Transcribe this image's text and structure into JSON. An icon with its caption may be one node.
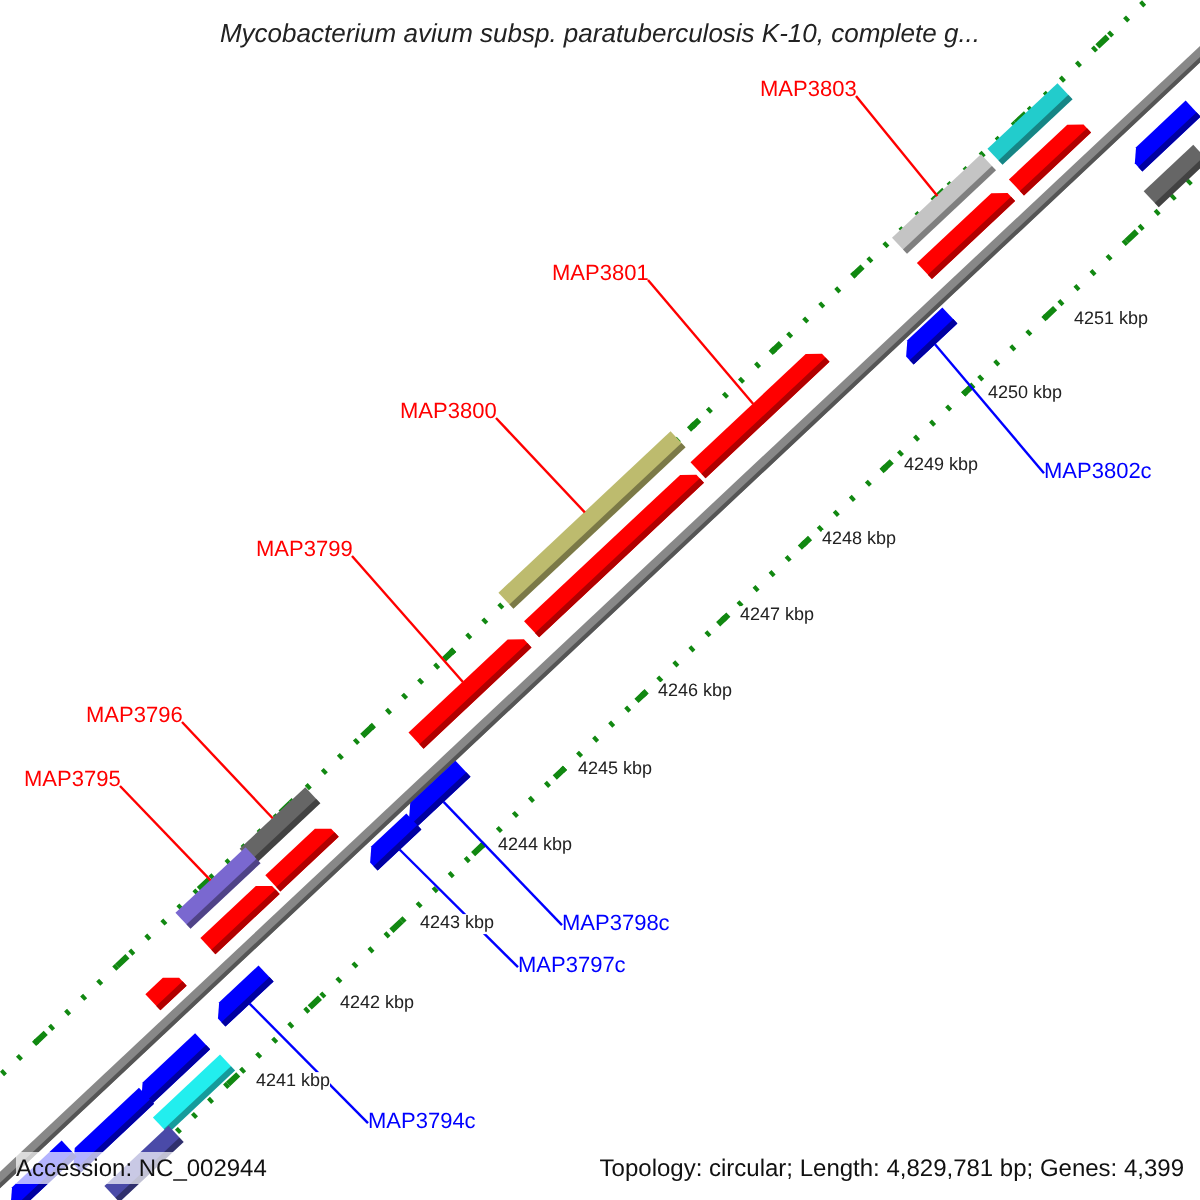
{
  "diagram": {
    "title": "Mycobacterium avium subsp. paratuberculosis K-10, complete g...",
    "nodes": [
      {
        "text": [
          "MAP3803"
        ]
      },
      {
        "text": [
          "MAP3801"
        ]
      },
      {
        "text": [
          "MAP3802c"
        ]
      },
      {
        "text": [
          "MAP3800"
        ]
      },
      {
        "text": [
          "MAP3799"
        ]
      },
      {
        "text": [
          "MAP3796"
        ]
      },
      {
        "text": [
          "MAP3795"
        ]
      },
      {
        "text": [
          "MAP3798c"
        ]
      },
      {
        "text": [
          "MAP3797c"
        ]
      },
      {
        "text": [
          "MAP3794c"
        ]
      },
      {
        "text": [],
        "shape": "bar"
      },
      {
        "text": [],
        "shape": "pentagon"
      },
      {
        "text": [],
        "shape": "bar"
      },
      {
        "text": [],
        "shape": "pentagon"
      },
      {
        "text": [],
        "shape": "pentagon"
      },
      {
        "text": [],
        "shape": "bar"
      },
      {
        "text": [],
        "shape": "pentagon"
      },
      {
        "text": [],
        "shape": "pentagon"
      },
      {
        "text": [],
        "shape": "bar"
      },
      {
        "text": [],
        "shape": "pentagon"
      },
      {
        "text": [],
        "shape": "pentagon"
      },
      {
        "text": [],
        "shape": "pentagon"
      },
      {
        "text": [],
        "shape": "pentagon"
      },
      {
        "text": [],
        "shape": "bar"
      },
      {
        "text": [],
        "shape": "pentagon"
      },
      {
        "text": [],
        "shape": "bar"
      },
      {
        "text": [],
        "shape": "pentagon"
      },
      {
        "text": [],
        "shape": "pentagon"
      },
      {
        "text": [],
        "shape": "pentagon"
      },
      {
        "text": [],
        "shape": "pentagon"
      },
      {
        "text": [],
        "shape": "bar"
      },
      {
        "text": [],
        "shape": "pentagon"
      },
      {
        "text": [],
        "shape": "bar"
      },
      {
        "text": [],
        "shape": "pentagon"
      }
    ],
    "edges": [
      {
        "from": 0,
        "to": 12,
        "arrow": "none"
      },
      {
        "from": 1,
        "to": 17,
        "arrow": "none"
      },
      {
        "from": 2,
        "to": 16,
        "arrow": "none",
        "color": "#0000ff"
      },
      {
        "from": 3,
        "to": 18,
        "arrow": "none"
      },
      {
        "from": 4,
        "to": 20,
        "arrow": "none"
      },
      {
        "from": 5,
        "to": 23,
        "arrow": "none"
      },
      {
        "from": 6,
        "to": 25,
        "arrow": "none"
      },
      {
        "from": 7,
        "to": 21,
        "arrow": "none",
        "color": "#0000ff"
      },
      {
        "from": 8,
        "to": 22,
        "arrow": "none",
        "color": "#0000ff"
      },
      {
        "from": 9,
        "to": 28,
        "arrow": "none",
        "color": "#0000ff"
      }
    ],
    "labels": [
      "4251 kbp",
      "4250 kbp",
      "4249 kbp",
      "4248 kbp",
      "4247 kbp",
      "4246 kbp",
      "4245 kbp",
      "4244 kbp",
      "4243 kbp",
      "4242 kbp",
      "4241 kbp",
      "Accession: NC_002944",
      "Topology: circular; Length: 4,829,781 bp; Genes: 4,399"
    ]
  }
}
